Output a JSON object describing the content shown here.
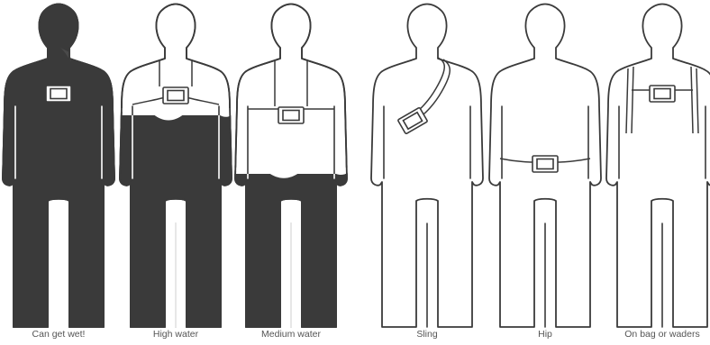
{
  "figures": [
    {
      "label": "Can get wet!",
      "water": "full",
      "mount": "chest"
    },
    {
      "label": "High water",
      "water": "high",
      "mount": "chest-harness-high"
    },
    {
      "label": "Medium water",
      "water": "medium",
      "mount": "chest-harness-low"
    },
    {
      "label": "Sling",
      "water": "none",
      "mount": "sling"
    },
    {
      "label": "Hip",
      "water": "none",
      "mount": "hip"
    },
    {
      "label": "On bag or waders",
      "water": "none",
      "mount": "bag"
    }
  ],
  "colors": {
    "outline": "#3a3a3a",
    "fill": "#3a3a3a",
    "background": "#ffffff",
    "label": "#555555"
  }
}
